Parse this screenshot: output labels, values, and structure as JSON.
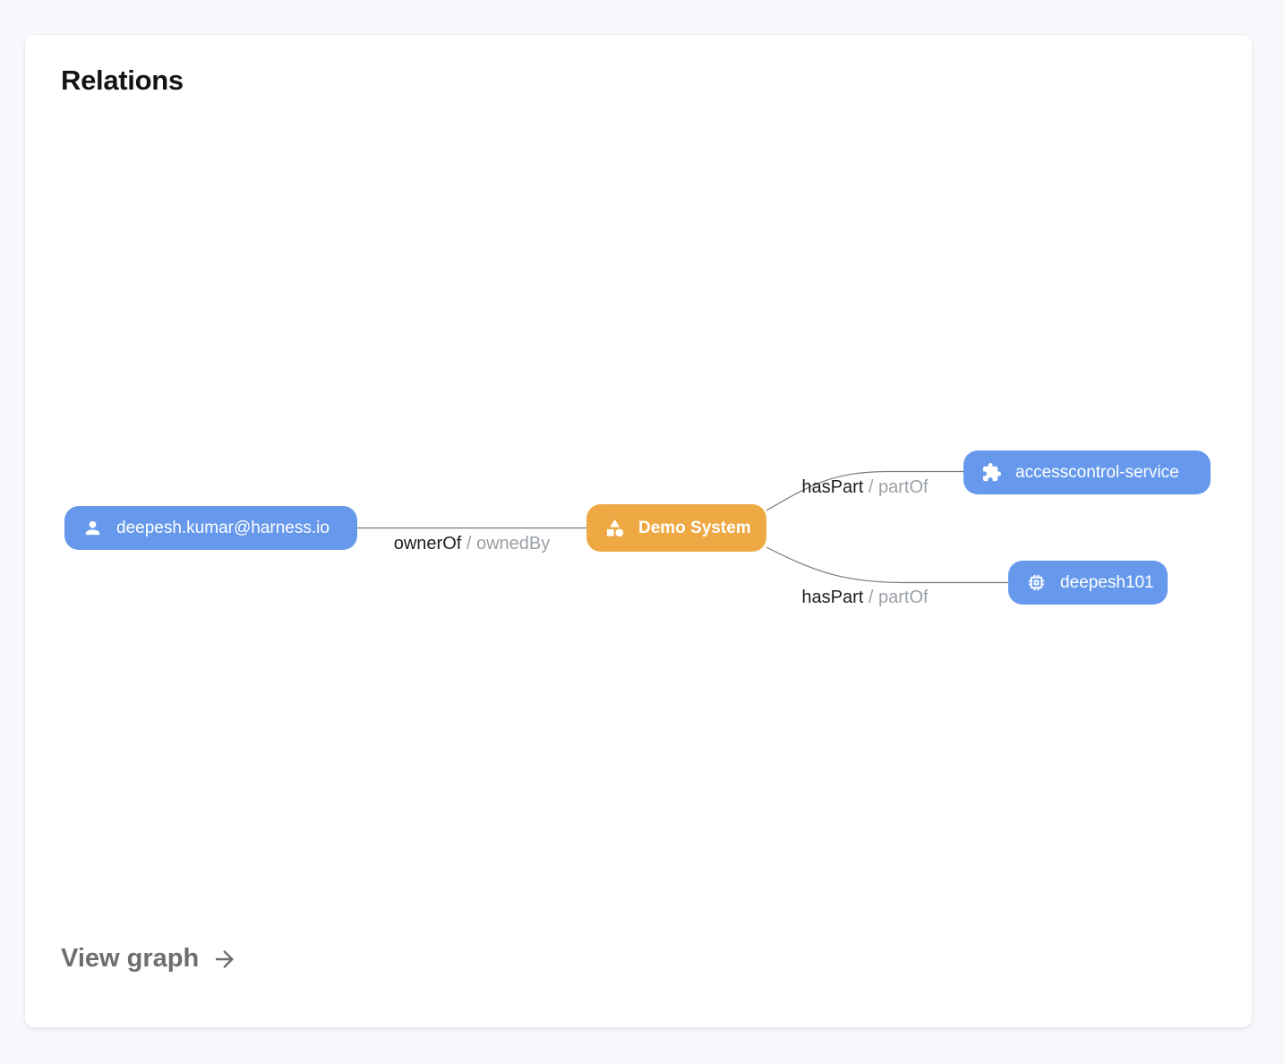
{
  "card": {
    "title": "Relations",
    "footer_link": {
      "label": "View graph",
      "icon": "arrow-right-icon"
    }
  },
  "colors": {
    "page_bg": "#f6f8fc",
    "card_bg": "#ffffff",
    "node_blue": "#6699ec",
    "node_orange": "#efa944",
    "node_text": "#ffffff",
    "edge_line": "#7a7a7a",
    "edge_label_primary": "#1c1e21",
    "edge_label_secondary": "#9aa0a6",
    "footer_link_color": "#6e6e6e"
  },
  "graph": {
    "nodes": [
      {
        "id": "user",
        "label": "deepesh.kumar@harness.io",
        "icon": "person-icon",
        "color": "blue"
      },
      {
        "id": "system",
        "label": "Demo System",
        "icon": "category-shapes-icon",
        "color": "orange"
      },
      {
        "id": "service",
        "label": "accesscontrol-service",
        "icon": "puzzle-piece-icon",
        "color": "blue"
      },
      {
        "id": "api",
        "label": "deepesh101",
        "icon": "chip-icon",
        "color": "blue"
      }
    ],
    "edges": [
      {
        "from": "user",
        "to": "system",
        "label_primary": "ownerOf",
        "separator": " / ",
        "label_secondary": "ownedBy"
      },
      {
        "from": "system",
        "to": "service",
        "label_primary": "hasPart",
        "separator": " / ",
        "label_secondary": "partOf"
      },
      {
        "from": "system",
        "to": "api",
        "label_primary": "hasPart",
        "separator": " / ",
        "label_secondary": "partOf"
      }
    ]
  }
}
